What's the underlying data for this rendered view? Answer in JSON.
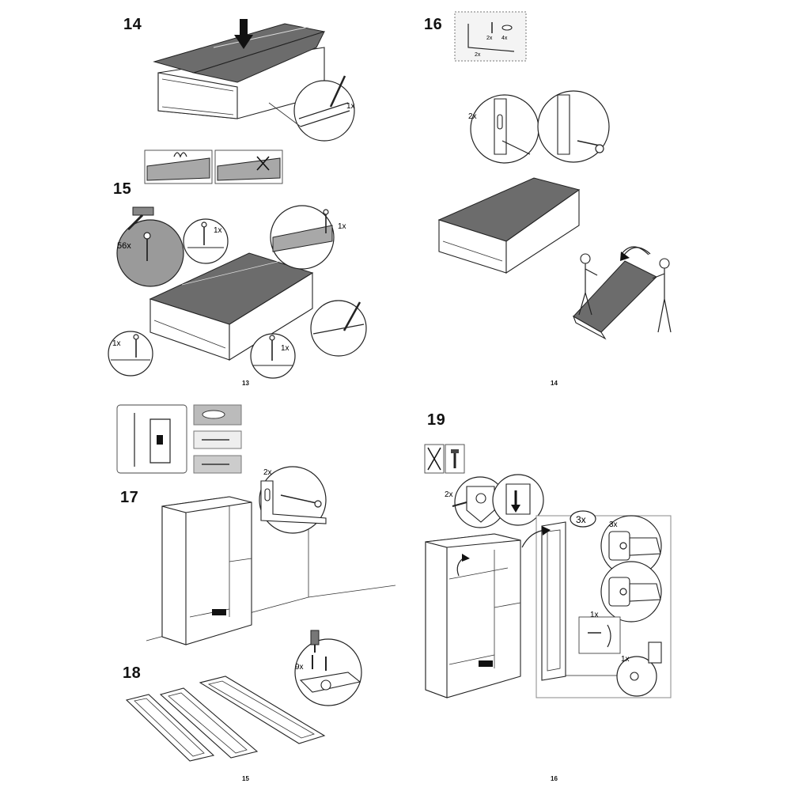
{
  "pages": {
    "top_left": {
      "page_number": "13",
      "steps": [
        {
          "number": "14",
          "callouts": [
            "1x"
          ]
        },
        {
          "number": "15",
          "callouts": [
            "56x",
            "1x",
            "1x",
            "1x",
            "1x"
          ]
        }
      ]
    },
    "top_right": {
      "page_number": "14",
      "steps": [
        {
          "number": "16",
          "parts": [
            "2x",
            "4x",
            "2x"
          ],
          "callouts": [
            "2x"
          ]
        }
      ]
    },
    "bottom_left": {
      "page_number": "15",
      "steps": [
        {
          "number": "17",
          "callouts": [
            "2x"
          ]
        },
        {
          "number": "18",
          "callouts": [
            "9x"
          ]
        }
      ]
    },
    "bottom_right": {
      "page_number": "16",
      "steps": [
        {
          "number": "19",
          "callouts": [
            "2x",
            "3x",
            "3x",
            "1x",
            "1x"
          ]
        }
      ]
    }
  },
  "icons": [
    "hammer-icon",
    "screwdriver-icon",
    "pencil-icon",
    "arrow-down-icon",
    "curved-arrow-icon",
    "no-screw-icon",
    "screw-icon"
  ]
}
